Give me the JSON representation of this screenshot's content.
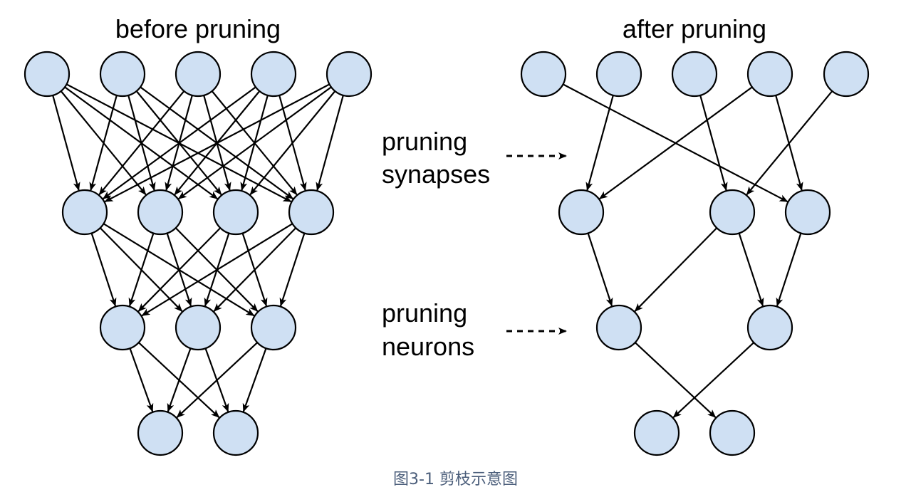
{
  "left_title": "before pruning",
  "right_title": "after pruning",
  "labels": {
    "synapses": [
      "pruning",
      "synapses"
    ],
    "neurons": [
      "pruning",
      "neurons"
    ]
  },
  "caption": "图3-1 剪枝示意图",
  "colors": {
    "node_fill": "#cfe0f3",
    "node_stroke": "#000000",
    "edge": "#000000",
    "caption": "#4a5d7a"
  },
  "networks": {
    "before": {
      "layer_sizes": [
        5,
        4,
        3,
        2
      ],
      "connections": "fully-connected"
    },
    "after": {
      "layer_sizes": [
        5,
        3,
        2,
        2
      ],
      "edges": [
        [
          [
            0,
            0
          ],
          [
            1,
            2
          ]
        ],
        [
          [
            0,
            1
          ],
          [
            1,
            0
          ]
        ],
        [
          [
            0,
            2
          ],
          [
            1,
            1
          ]
        ],
        [
          [
            0,
            3
          ],
          [
            1,
            0
          ]
        ],
        [
          [
            0,
            3
          ],
          [
            1,
            2
          ]
        ],
        [
          [
            0,
            4
          ],
          [
            1,
            1
          ]
        ],
        [
          [
            1,
            0
          ],
          [
            2,
            0
          ]
        ],
        [
          [
            1,
            1
          ],
          [
            2,
            0
          ]
        ],
        [
          [
            1,
            1
          ],
          [
            2,
            1
          ]
        ],
        [
          [
            1,
            2
          ],
          [
            2,
            1
          ]
        ],
        [
          [
            2,
            0
          ],
          [
            3,
            1
          ]
        ],
        [
          [
            2,
            1
          ],
          [
            3,
            0
          ]
        ]
      ]
    }
  }
}
